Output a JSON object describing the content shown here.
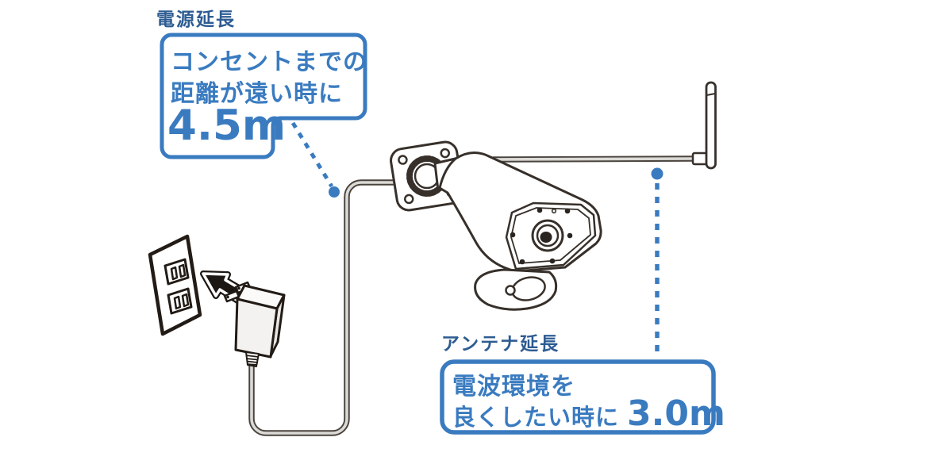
{
  "background": "#ffffff",
  "colors": {
    "accent_blue": "#3a7bc0",
    "label_blue": "#2d5c92",
    "line_dark": "#221b16",
    "camera_line": "#37302a",
    "cable_edge": "#4a443f",
    "cable_core": "#dcdad6"
  },
  "power_extension": {
    "label": "電源延長",
    "callout_line1": "コンセントまでの",
    "callout_line2": "距離が遠い時に",
    "length": "4.5m"
  },
  "antenna_extension": {
    "label": "アンテナ延長",
    "callout_line1": "電波環境を",
    "callout_line2": "良くしたい時に",
    "length": "3.0m"
  },
  "illustration": {
    "wall_outlet_icon": "wall-outlet-icon",
    "plug_arrow_icon": "plug-direction-arrow-icon",
    "ac_adapter_icon": "ac-adapter-icon",
    "power_cable": "power-cable",
    "camera_icon": "security-camera-icon",
    "antenna_cable": "antenna-cable",
    "antenna_icon": "antenna-icon"
  }
}
